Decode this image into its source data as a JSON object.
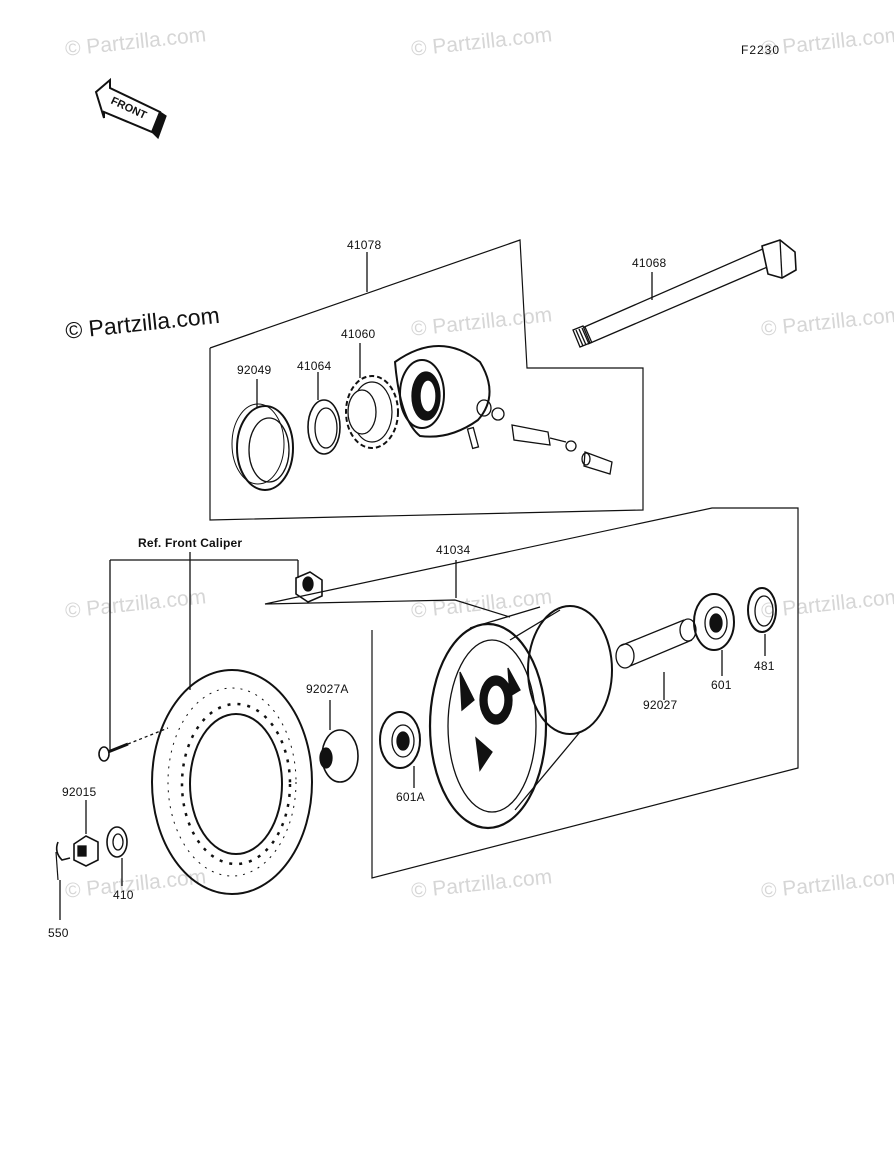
{
  "diagram": {
    "code": "F2230",
    "direction_label": "FRONT",
    "reference_label": "Ref. Front Caliper",
    "parts": {
      "p41078": "41078",
      "p41068": "41068",
      "p41060": "41060",
      "p92049": "92049",
      "p41064": "41064",
      "p41034": "41034",
      "p92027A": "92027A",
      "p601A": "601A",
      "p92027": "92027",
      "p601": "601",
      "p481": "481",
      "p92015": "92015",
      "p410": "410",
      "p550": "550"
    }
  },
  "watermark": {
    "text": "© Partzilla.com"
  },
  "colors": {
    "line": "#111111",
    "watermark": "#d6d6d6"
  }
}
